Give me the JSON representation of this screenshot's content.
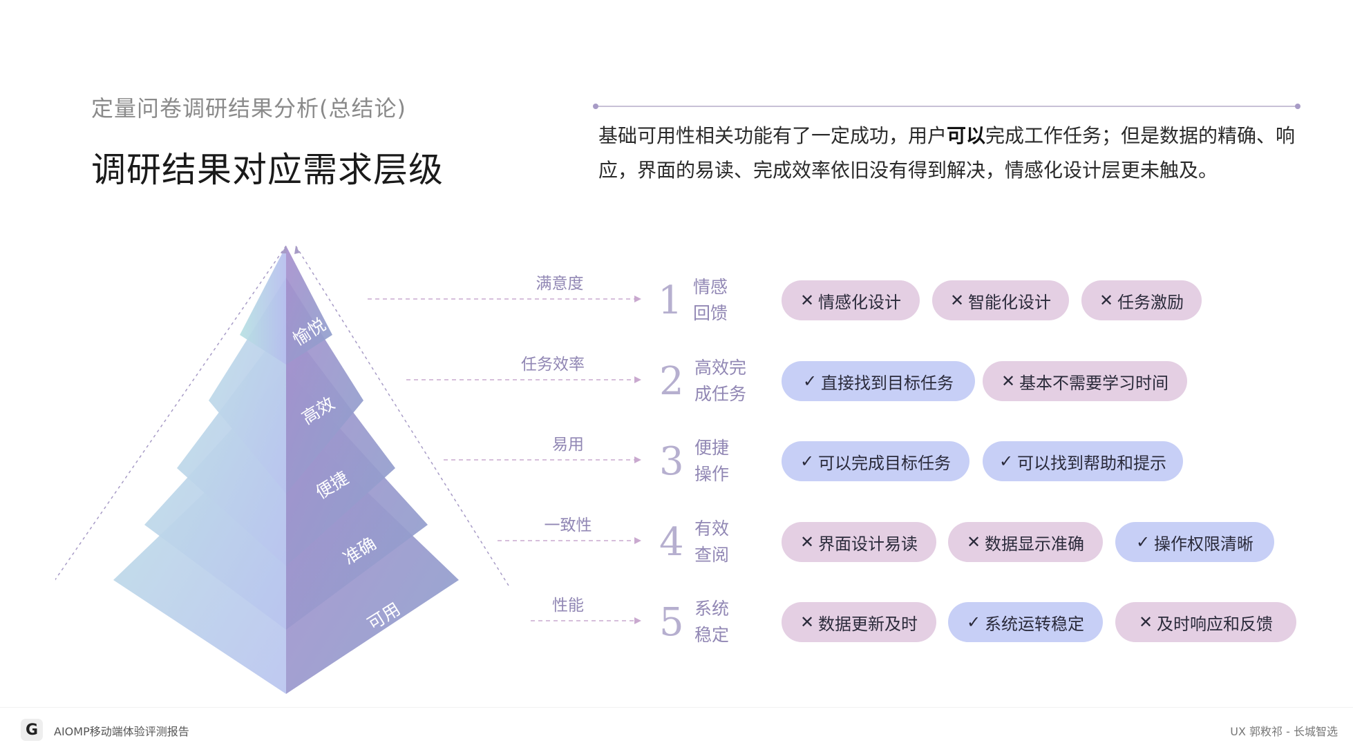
{
  "header": {
    "subtitle": "定量问卷调研结果分析(总结论)",
    "title": "调研结果对应需求层级"
  },
  "summary": {
    "part1": "基础可用性相关功能有了一定成功，用户",
    "bold": "可以",
    "part2": "完成工作任务；但是数据的精确、响应，界面的易读、完成效率依旧没有得到解决，情感化设计层更未触及。"
  },
  "pyramid": {
    "layers": [
      "愉悦",
      "高效",
      "便捷",
      "准确",
      "可用"
    ]
  },
  "levels": [
    {
      "category": "满意度",
      "number": "1",
      "name_line1": "情感",
      "name_line2": "回馈",
      "tags": [
        {
          "status": "no",
          "label": "情感化设计"
        },
        {
          "status": "no",
          "label": "智能化设计"
        },
        {
          "status": "no",
          "label": "任务激励"
        }
      ]
    },
    {
      "category": "任务效率",
      "number": "2",
      "name_line1": "高效完",
      "name_line2": "成任务",
      "tags": [
        {
          "status": "yes",
          "label": "直接找到目标任务"
        },
        {
          "status": "no",
          "label": "基本不需要学习时间"
        }
      ]
    },
    {
      "category": "易用",
      "number": "3",
      "name_line1": "便捷",
      "name_line2": "操作",
      "tags": [
        {
          "status": "yes",
          "label": "可以完成目标任务"
        },
        {
          "status": "yes",
          "label": "可以找到帮助和提示"
        }
      ]
    },
    {
      "category": "一致性",
      "number": "4",
      "name_line1": "有效",
      "name_line2": "查阅",
      "tags": [
        {
          "status": "no",
          "label": "界面设计易读"
        },
        {
          "status": "no",
          "label": "数据显示准确"
        },
        {
          "status": "yes",
          "label": "操作权限清晰"
        }
      ]
    },
    {
      "category": "性能",
      "number": "5",
      "name_line1": "系统",
      "name_line2": "稳定",
      "tags": [
        {
          "status": "no",
          "label": "数据更新及时"
        },
        {
          "status": "yes",
          "label": "系统运转稳定"
        },
        {
          "status": "no",
          "label": "及时响应和反馈"
        }
      ]
    }
  ],
  "icons": {
    "yes": "check-icon",
    "no": "cross-icon"
  },
  "colors": {
    "tag_no": "#e4cfe3",
    "tag_yes": "#c7cff6",
    "label": "#9187b4",
    "number": "#b6afcf"
  },
  "footer": {
    "logo": "G",
    "left": "AIOMP移动端体验评测报告",
    "right": "UX 郭敉祁 - 长城智选"
  }
}
